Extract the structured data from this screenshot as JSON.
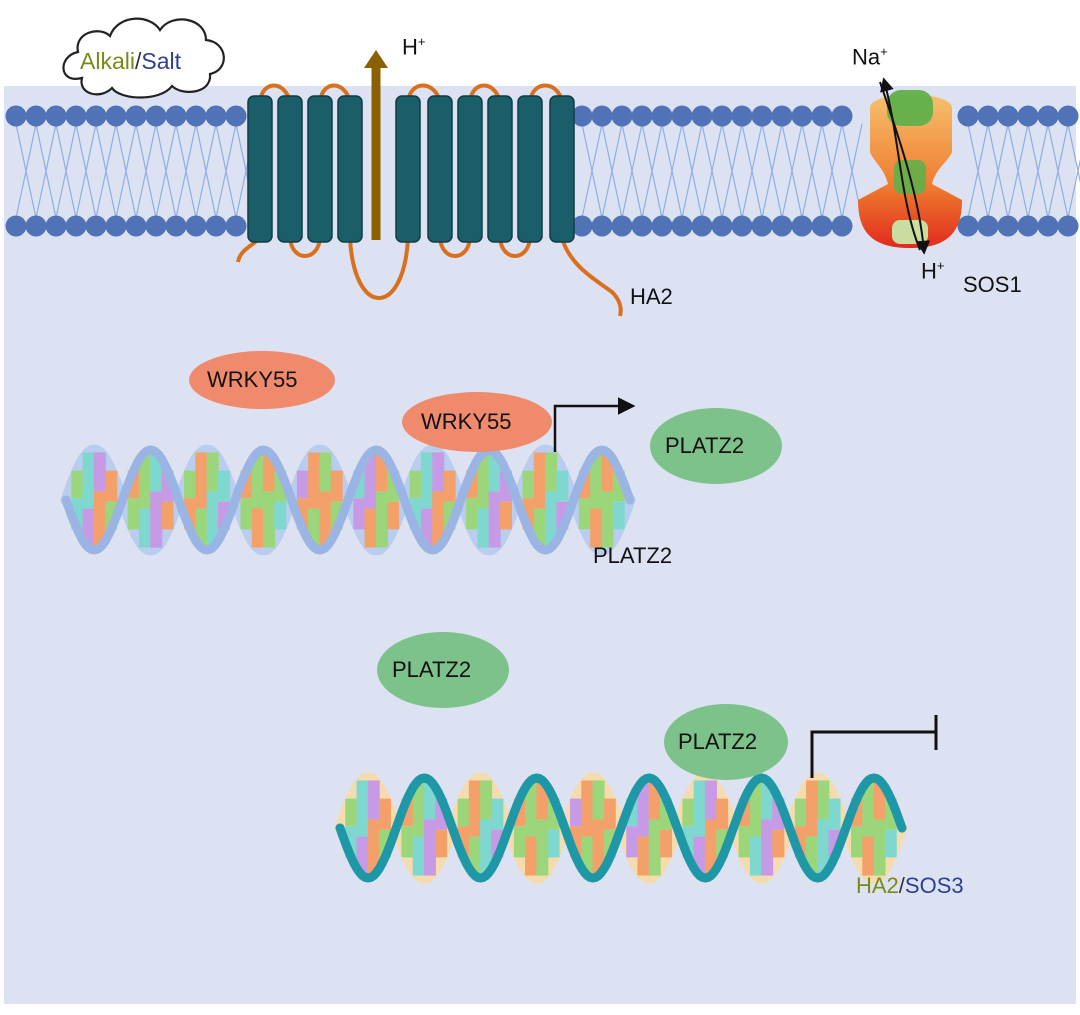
{
  "stimulus": {
    "alkali": "Alkali",
    "separator": "/",
    "salt": "Salt",
    "alkali_color": "#7a8a18",
    "salt_color": "#2d3f8f"
  },
  "ions": {
    "h_top": "H",
    "h_top_sup": "+",
    "na": "Na",
    "na_sup": "+",
    "h_sos1": "H",
    "h_sos1_sup": "+"
  },
  "proteins": {
    "ha2": "HA2",
    "sos1": "SOS1"
  },
  "bubbles": {
    "wrky55_free": "WRKY55",
    "wrky55_bound": "WRKY55",
    "platz2_product": "PLATZ2",
    "platz2_free": "PLATZ2",
    "platz2_bound": "PLATZ2"
  },
  "genes": {
    "platz2": "PLATZ2",
    "ha2": "HA2",
    "separator": "/",
    "sos3": "SOS3",
    "ha2_color": "#7a8a18",
    "sos3_color": "#2d3f8f"
  },
  "colors": {
    "background": "#dde2f3",
    "membrane_head": "#4f73b6",
    "tail": "#8faee0",
    "ha2_helix": "#1a5e6a",
    "loop": "#d9701e",
    "arrow_proton": "#8a6000",
    "wrky": "#f08a6c",
    "platz": "#7cc28a",
    "dna_light": "#9ab4e4",
    "dna_teal": "#1e97a6",
    "dna_tan": "#f4dcae"
  }
}
